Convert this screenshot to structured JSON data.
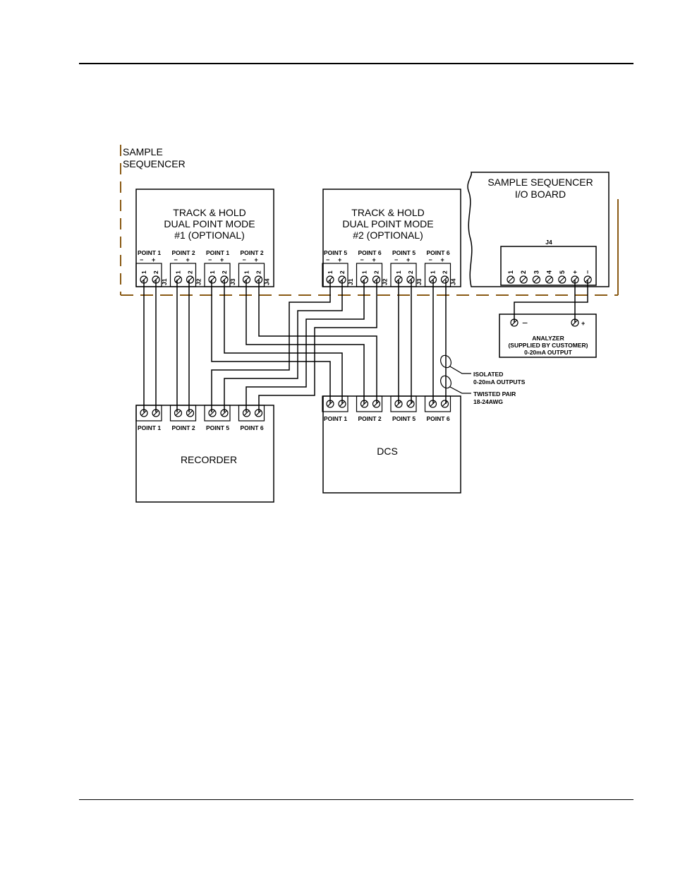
{
  "diagram": {
    "enclosure_label": [
      "SAMPLE",
      "SEQUENCER"
    ],
    "track_hold_1": {
      "title": [
        "TRACK & HOLD",
        "DUAL POINT MODE",
        "#1 (OPTIONAL)"
      ],
      "groups": [
        {
          "label": "POINT 1",
          "jack": "J1"
        },
        {
          "label": "POINT 2",
          "jack": "J2"
        },
        {
          "label": "POINT 1",
          "jack": "J3"
        },
        {
          "label": "POINT 2",
          "jack": "J4"
        }
      ]
    },
    "track_hold_2": {
      "title": [
        "TRACK & HOLD",
        "DUAL POINT MODE",
        "#2 (OPTIONAL)"
      ],
      "groups": [
        {
          "label": "POINT 5",
          "jack": "J1"
        },
        {
          "label": "POINT 6",
          "jack": "J2"
        },
        {
          "label": "POINT 5",
          "jack": "J3"
        },
        {
          "label": "POINT 6",
          "jack": "J4"
        }
      ]
    },
    "polarity": {
      "minus": "−",
      "plus": "+",
      "pin1": "1",
      "pin2": "2"
    },
    "io_board": {
      "title": [
        "SAMPLE SEQUENCER",
        "I/O BOARD"
      ],
      "connector": "J4",
      "pins": [
        "1",
        "2",
        "3",
        "4",
        "5",
        "+",
        "−"
      ]
    },
    "analyzer": {
      "minus": "−",
      "plus": "+",
      "text": [
        "ANALYZER",
        "(SUPPLIED BY CUSTOMER)",
        "0-20mA OUTPUT"
      ]
    },
    "notes": {
      "isolated": [
        "ISOLATED",
        "0-20mA OUTPUTS"
      ],
      "twisted": [
        "TWISTED PAIR",
        "18-24AWG"
      ]
    },
    "recorder": {
      "title": "RECORDER",
      "points": [
        "POINT 1",
        "POINT 2",
        "POINT 5",
        "POINT 6"
      ]
    },
    "dcs": {
      "title": "DCS",
      "points": [
        "POINT 1",
        "POINT 2",
        "POINT 5",
        "POINT 6"
      ]
    }
  }
}
